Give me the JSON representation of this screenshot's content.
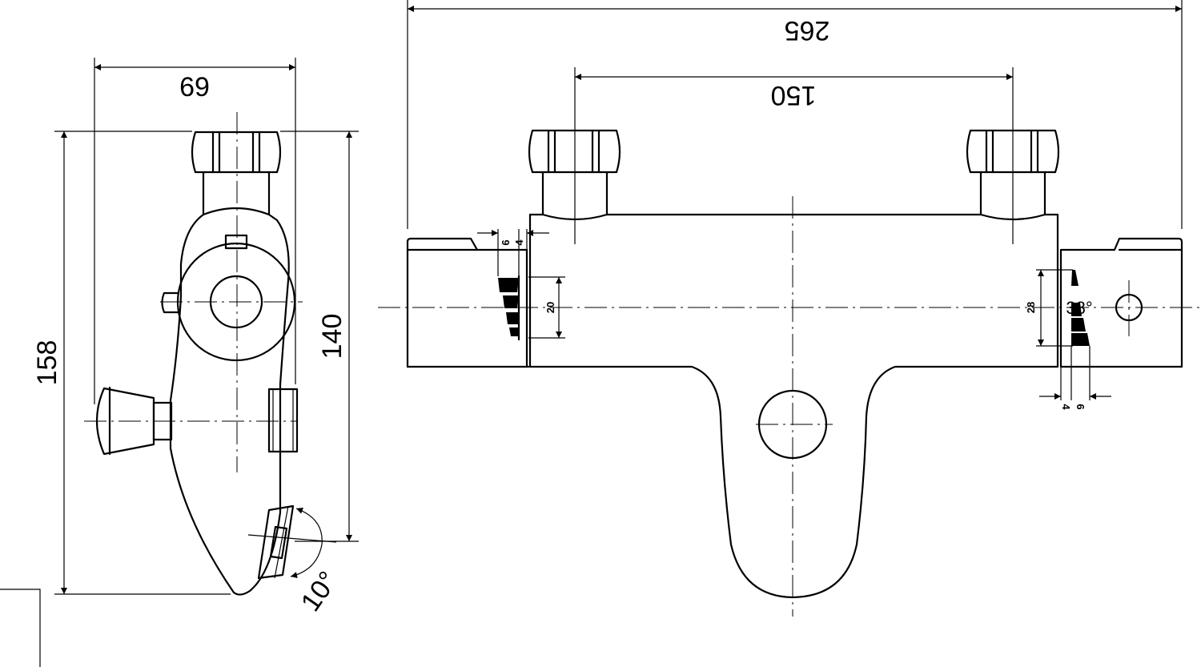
{
  "dimensions": {
    "overall_width": "265",
    "inlet_spacing": "150",
    "side_width": "69",
    "total_height": "158",
    "height_to_spout": "140",
    "left_cartridge_offset": "6",
    "left_cartridge_gap": "4",
    "left_cartridge_height": "20",
    "right_cartridge_height": "28",
    "right_cartridge_offset": "6",
    "right_cartridge_gap": "4",
    "right_handle_angle": "38°",
    "spout_angle": "10°"
  },
  "colors": {
    "line": "#000000",
    "background": "#ffffff"
  }
}
